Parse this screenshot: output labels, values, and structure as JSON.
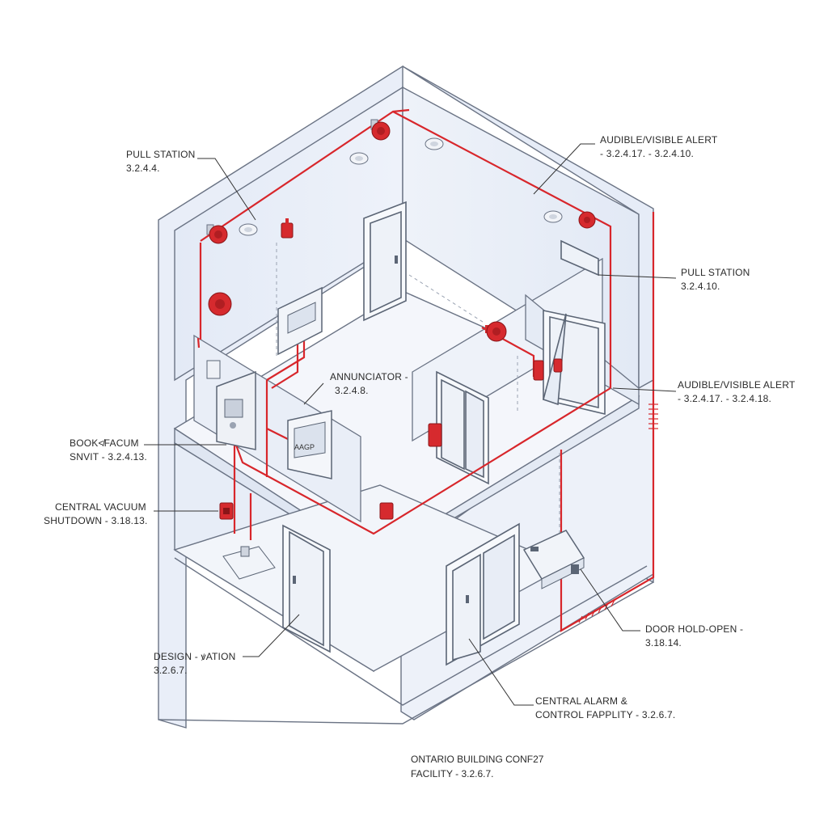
{
  "callouts": [
    {
      "id": "pull-station-1",
      "line1": "PULL STATION",
      "line2": "3.2.4.4."
    },
    {
      "id": "audible-visible-alert-1",
      "line1": "AUDIBLE/VISIBLE ALERT",
      "line2": "- 3.2.4.17. - 3.2.4.10."
    },
    {
      "id": "pull-station-2",
      "line1": "PULL STATION",
      "line2": "3.2.4.10."
    },
    {
      "id": "annunciator",
      "line1": "ANNUNCIATOR -",
      "line2": "3.2.4.8."
    },
    {
      "id": "audible-visible-alert-2",
      "line1": "AUDIBLE/VISIBLE ALERT",
      "line2": "- 3.2.4.17. - 3.2.4.18."
    },
    {
      "id": "book-vacum",
      "line1": "BOOK≮FACUM",
      "line2": "SNVIT - 3.2.4.13."
    },
    {
      "id": "central-vacuum-shutdown",
      "line1": "CENTRAL VACUUM",
      "line2": "SHUTDOWN - 3.18.13."
    },
    {
      "id": "design-station",
      "line1": "DESIGN - ꝟATION",
      "line2": "3.2.6.7."
    },
    {
      "id": "door-hold-open",
      "line1": "DOOR HOLD-OPEN -",
      "line2": "3.18.14."
    },
    {
      "id": "central-alarm",
      "line1": "CENTRAL ALARM &",
      "line2": "CONTROL FAPPLITY - 3.2.6.7."
    }
  ],
  "footer": {
    "line1": "ONTARIO BUILDING CONF27",
    "line2": "FACILITY - 3.2.6.7."
  },
  "panel_screen_text": "AAGP",
  "colors": {
    "wiring": "#d8262b",
    "device": "#d62a2e",
    "wall": "#e8eef8",
    "wall_shade": "#dde5f3",
    "outline": "#5b6575",
    "leader": "#333333"
  },
  "icons": [
    "pull-station-icon",
    "alarm-bell-icon",
    "smoke-detector-icon",
    "annunciator-panel-icon",
    "control-panel-icon",
    "door-icon",
    "door-hold-open-icon"
  ]
}
